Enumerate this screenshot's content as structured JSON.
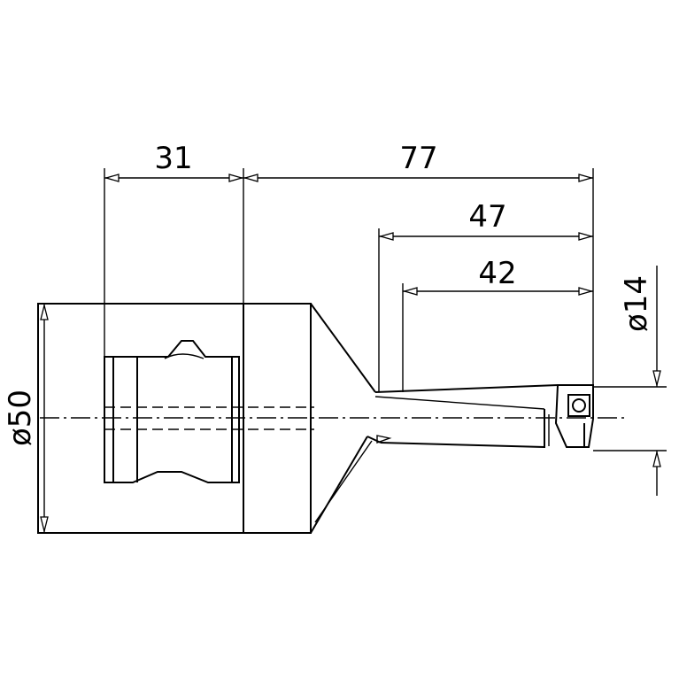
{
  "drawing": {
    "dimensions": {
      "d31": "31",
      "d77": "77",
      "d47": "47",
      "d42": "42",
      "d50": "ø50",
      "d14": "ø14"
    }
  }
}
